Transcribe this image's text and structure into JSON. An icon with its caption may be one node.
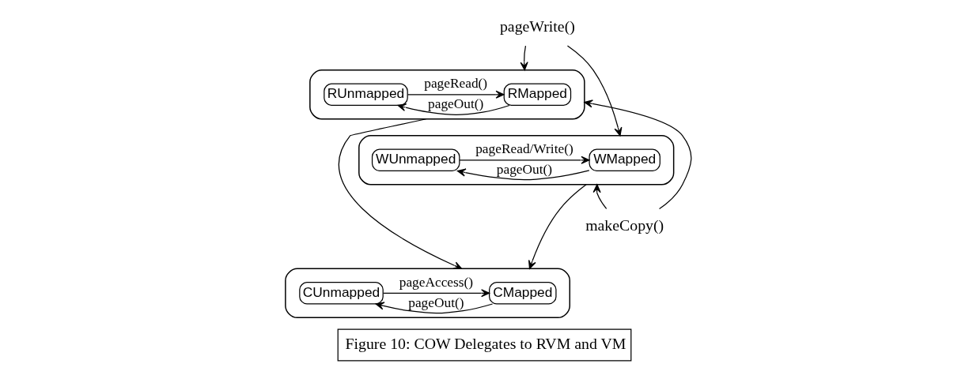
{
  "diagram": {
    "caption": "Figure 10: COW Delegates to RVM and VM",
    "nodes": [
      {
        "text": [
          "pageWrite()"
        ]
      },
      {
        "text": [],
        "shape": "box"
      },
      {
        "text": [
          "RMapped"
        ],
        "in": 1
      },
      {
        "text": [
          "RUnmapped"
        ],
        "in": 1
      },
      {
        "text": [],
        "shape": "box"
      },
      {
        "text": [
          "WMapped"
        ],
        "in": 4
      },
      {
        "text": [
          "WUnmapped"
        ],
        "in": 4
      },
      {
        "text": [
          "makeCopy()"
        ]
      },
      {
        "text": [],
        "shape": "box"
      },
      {
        "text": [
          "CMapped"
        ],
        "in": 8
      },
      {
        "text": [
          "CUnmapped"
        ],
        "in": 8
      }
    ],
    "edges": [
      {
        "from": 0,
        "to": 1,
        "arrow": "to"
      },
      {
        "from": 0,
        "to": 4,
        "arrow": "to"
      },
      {
        "from": 2,
        "to": 3,
        "arrow": "to",
        "label": "pageOut()"
      },
      {
        "from": 3,
        "to": 2,
        "arrow": "to",
        "label": "pageRead()"
      },
      {
        "from": 5,
        "to": 6,
        "arrow": "to",
        "label": "pageOut()"
      },
      {
        "from": 6,
        "to": 5,
        "arrow": "to",
        "label": "pageRead/Write()"
      },
      {
        "from": 7,
        "to": 1,
        "arrow": "to"
      },
      {
        "from": 7,
        "to": 4,
        "arrow": "to"
      },
      {
        "from": 1,
        "to": 8,
        "arrow": "to"
      },
      {
        "from": 4,
        "to": 8,
        "arrow": "to"
      },
      {
        "from": 9,
        "to": 10,
        "arrow": "to",
        "label": "pageOut()"
      },
      {
        "from": 10,
        "to": 9,
        "arrow": "to",
        "label": "pageAccess()"
      }
    ]
  }
}
